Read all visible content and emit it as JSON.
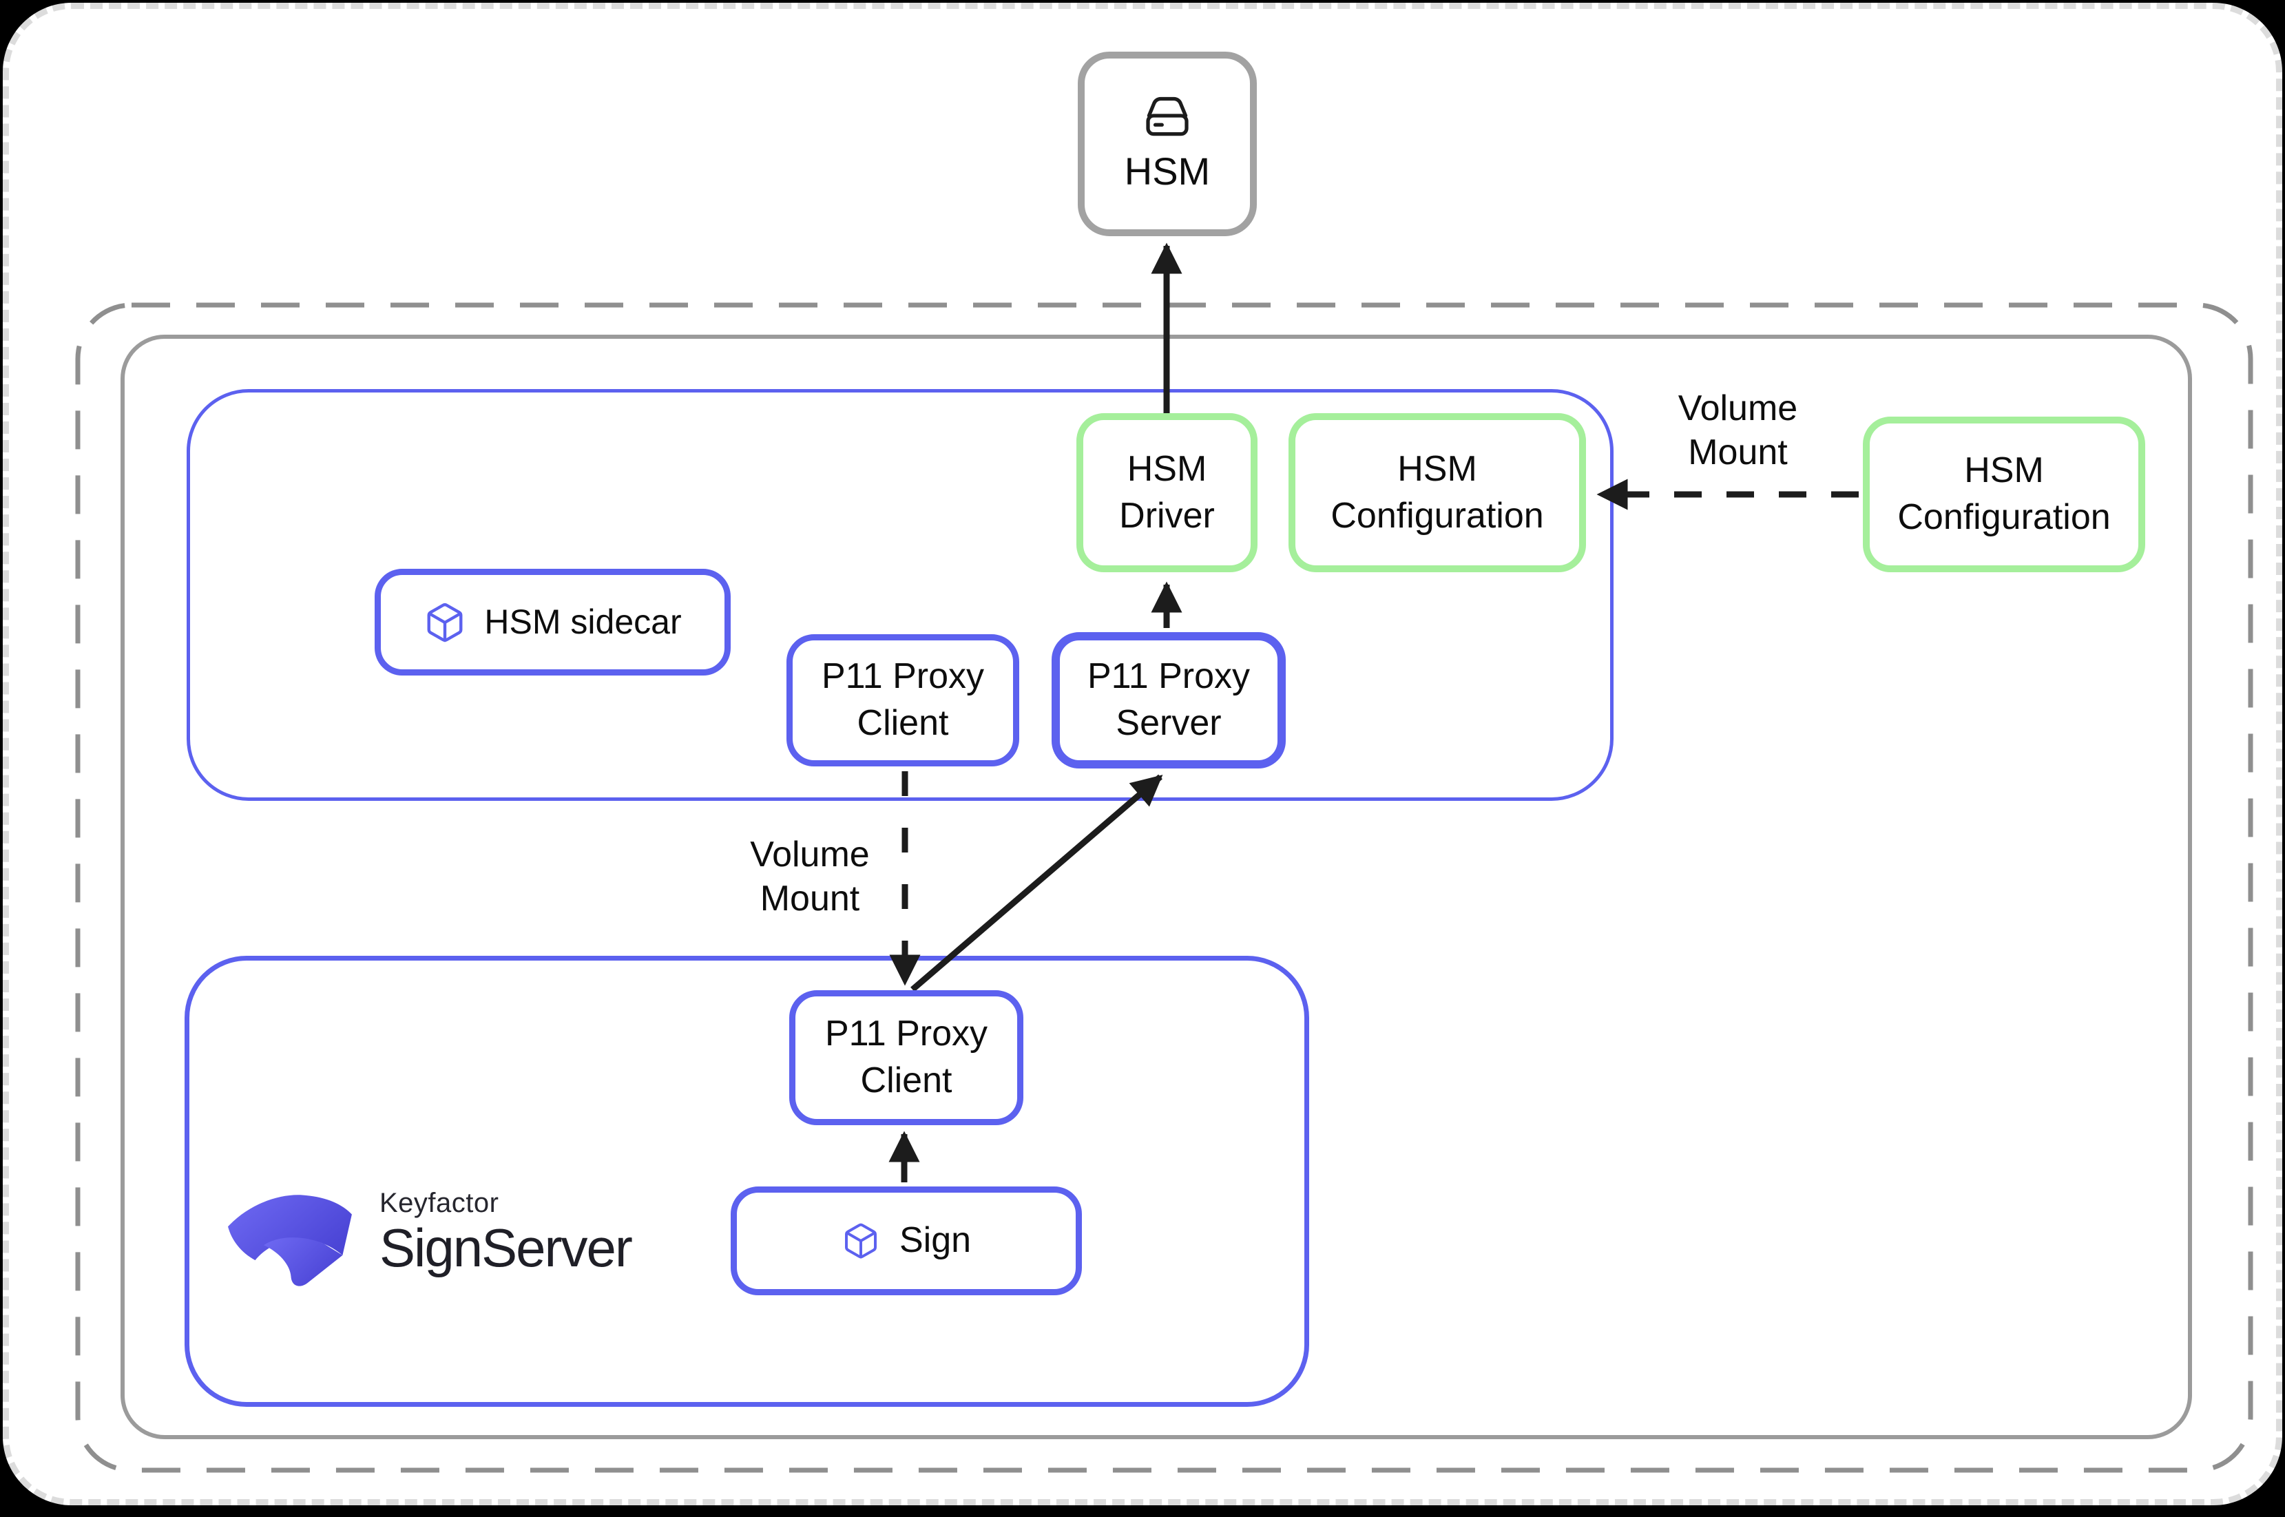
{
  "nodes": {
    "hsm": "HSM",
    "hsm_driver": "HSM Driver",
    "hsm_config_internal": "HSM Configuration",
    "hsm_config_external": "HSM Configuration",
    "hsm_sidecar": "HSM sidecar",
    "p11_proxy_client_top": "P11 Proxy Client",
    "p11_proxy_server": "P11 Proxy Server",
    "p11_proxy_client_bottom": "P11 Proxy Client",
    "sign": "Sign"
  },
  "labels": {
    "volume_mount_pod": "Volume Mount",
    "volume_mount_config": "Volume Mount"
  },
  "logo": {
    "brand": "Keyfactor",
    "product": "SignServer"
  },
  "icons": {
    "hsm": "hard-drive-icon",
    "hsm_sidecar": "cube-icon",
    "sign": "cube-icon"
  },
  "colors": {
    "pod_border_blue": "#5c61ef",
    "config_border_green": "#a5ef9b",
    "node_border_gray": "#9b9b9b",
    "hsm_border_gray": "#a2a2a2",
    "arrow_black": "#1c1c1c",
    "logo_gradient_start": "#6f6af3",
    "logo_gradient_end": "#4b45d6"
  }
}
